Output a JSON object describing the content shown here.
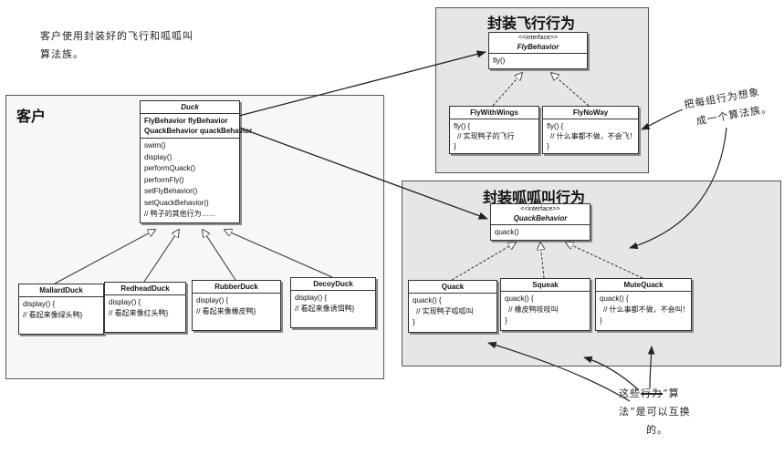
{
  "notes": {
    "top_left_line1": "客户使用封装好的飞行和呱呱叫",
    "top_left_line2": "算法族。",
    "right_line1": "把每组行为想象",
    "right_line2": "成一个算法族。",
    "bottom_c1": "这",
    "bottom_c2": "些",
    "bottom_struck": "行为",
    "bottom_c3": "“算",
    "bottom_c4": "法”",
    "bottom_rest": "是可以互换",
    "bottom_c5": "的。"
  },
  "client": {
    "title": "客户",
    "duck": {
      "name": "Duck",
      "fields": [
        "FlyBehavior flyBehavior",
        "QuackBehavior quackBehavior"
      ],
      "methods": [
        "swim()",
        "display()",
        "performQuack()",
        "performFly()",
        "setFlyBehavior()",
        "setQuackBehavior()",
        "// 鸭子的其他行为……"
      ]
    },
    "subclasses": [
      {
        "name": "MallardDuck",
        "line1": "display() {",
        "line2": "// 看起来像绿头鸭}"
      },
      {
        "name": "RedheadDuck",
        "line1": "display() {",
        "line2": "// 看起来像红头鸭}"
      },
      {
        "name": "RubberDuck",
        "line1": "display() {",
        "line2": "// 看起来像橡皮鸭}"
      },
      {
        "name": "DecoyDuck",
        "line1": "display() {",
        "line2": "// 看起来像诱饵鸭}"
      }
    ]
  },
  "fly": {
    "title": "封装飞行行为",
    "interface": {
      "stereotype": "<<interface>>",
      "name": "FlyBehavior",
      "method": "fly()"
    },
    "impls": [
      {
        "name": "FlyWithWings",
        "line1": "fly() {",
        "line2": "// 实现鸭子的飞行",
        "line3": "}"
      },
      {
        "name": "FlyNoWay",
        "line1": "fly() {",
        "line2": "// 什么事都不做，不会飞！",
        "line3": "}"
      }
    ]
  },
  "quack": {
    "title": "封装呱呱叫行为",
    "interface": {
      "stereotype": "<<interface>>",
      "name": "QuackBehavior",
      "method": "quack()"
    },
    "impls": [
      {
        "name": "Quack",
        "line1": "quack() {",
        "line2": "// 实现鸭子呱呱叫",
        "line3": "}"
      },
      {
        "name": "Squeak",
        "line1": "quack() {",
        "line2": "// 橡皮鸭吱吱叫",
        "line3": "}"
      },
      {
        "name": "MuteQuack",
        "line1": "quack() {",
        "line2": "// 什么事都不做，不会叫！",
        "line3": "}"
      }
    ]
  }
}
